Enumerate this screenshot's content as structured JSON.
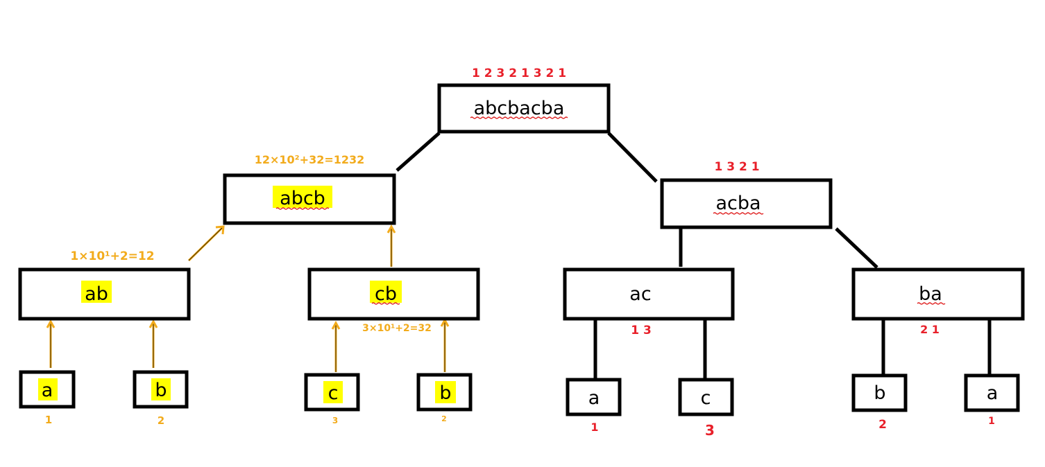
{
  "nodes": {
    "root": {
      "label": "abcbacba",
      "annotation": "1 2 3 2 1 3 2 1"
    },
    "left": {
      "label": "abcb",
      "annotation": "12×10²+32=1232"
    },
    "right": {
      "label": "acba",
      "annotation": "1 3 2 1"
    },
    "l_left": {
      "label": "ab",
      "annotation": "1×10¹+2=12"
    },
    "l_right": {
      "label": "cb",
      "annotation": "3×10¹+2=32"
    },
    "r_left": {
      "label": "ac",
      "annotation": "1 3"
    },
    "r_right": {
      "label": "ba",
      "annotation": "2 1"
    },
    "leaf_1": {
      "label": "a",
      "annotation": "1"
    },
    "leaf_2": {
      "label": "b",
      "annotation": "2"
    },
    "leaf_3": {
      "label": "c",
      "annotation": "3"
    },
    "leaf_4": {
      "label": "b",
      "annotation": "2"
    },
    "leaf_5": {
      "label": "a",
      "annotation": "1"
    },
    "leaf_6": {
      "label": "c",
      "annotation": "3"
    },
    "leaf_7": {
      "label": "b",
      "annotation": "2"
    },
    "leaf_8": {
      "label": "a",
      "annotation": "1"
    }
  },
  "colors": {
    "line": "#000000",
    "highlight": "#ffff00",
    "arrow": "#f2ab1c",
    "annotation_red": "#e8202a",
    "annotation_orange": "#f2ab1c"
  }
}
